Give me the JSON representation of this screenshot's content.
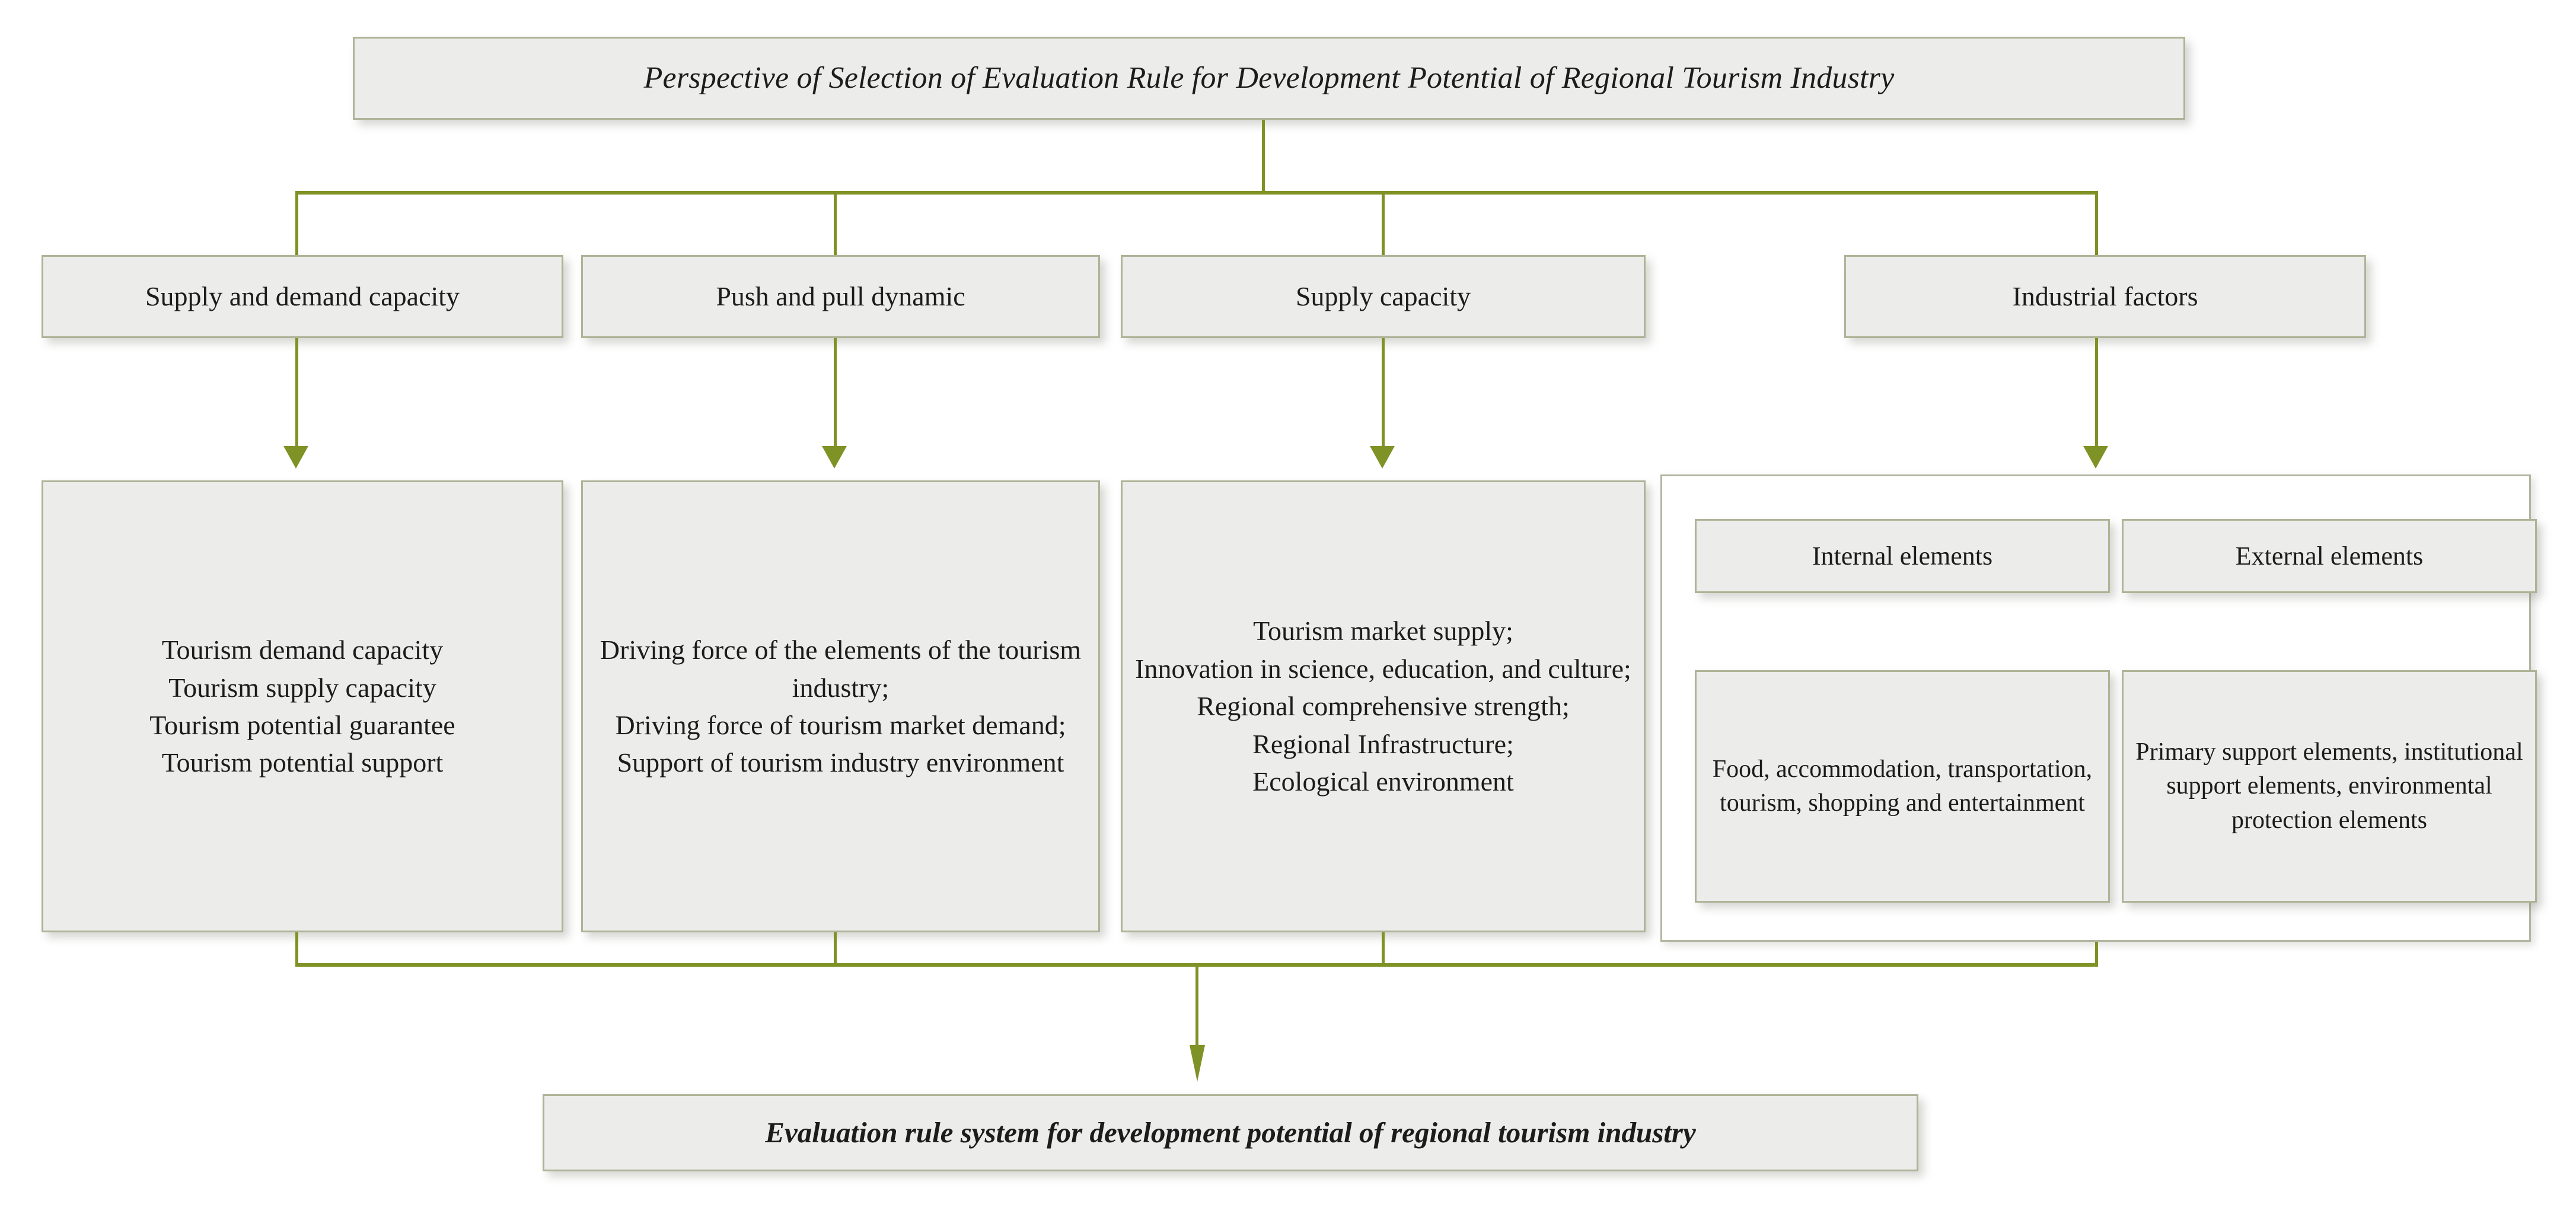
{
  "colors": {
    "connector": "#7f9225",
    "box_fill": "#ecedeb",
    "box_border": "#aeb397",
    "group_fill": "#ffffff",
    "page_background": "#ffffff",
    "text": "#1c1c1c"
  },
  "chart_data": {
    "type": "diagram",
    "title": "Perspective of Selection of Evaluation Rule for Development Potential of Regional Tourism Industry",
    "orientation": "top-down",
    "levels": 4
  },
  "title": {
    "text": "Perspective of Selection of Evaluation Rule for Development Potential of Regional Tourism Industry"
  },
  "categories": [
    {
      "label": "Supply and demand capacity"
    },
    {
      "label": "Push and pull dynamic"
    },
    {
      "label": "Supply capacity"
    },
    {
      "label": "Industrial factors"
    }
  ],
  "details": [
    {
      "text": "Tourism demand capacity\nTourism supply capacity\nTourism potential guarantee\nTourism potential support"
    },
    {
      "text": "Driving force of the elements of the tourism industry;\nDriving force of tourism market demand;\nSupport of tourism industry environment"
    },
    {
      "text": "Tourism market supply;\nInnovation in science, education, and culture;\nRegional comprehensive strength;\nRegional Infrastructure;\nEcological environment"
    }
  ],
  "industrial_group": {
    "columns": [
      {
        "heading": "Internal elements",
        "body": "Food, accommodation, transportation, tourism, shopping and entertainment"
      },
      {
        "heading": "External elements",
        "body": "Primary support elements, institutional support elements, environmental protection elements"
      }
    ]
  },
  "footer": {
    "text": "Evaluation rule system for development potential of regional tourism industry"
  }
}
